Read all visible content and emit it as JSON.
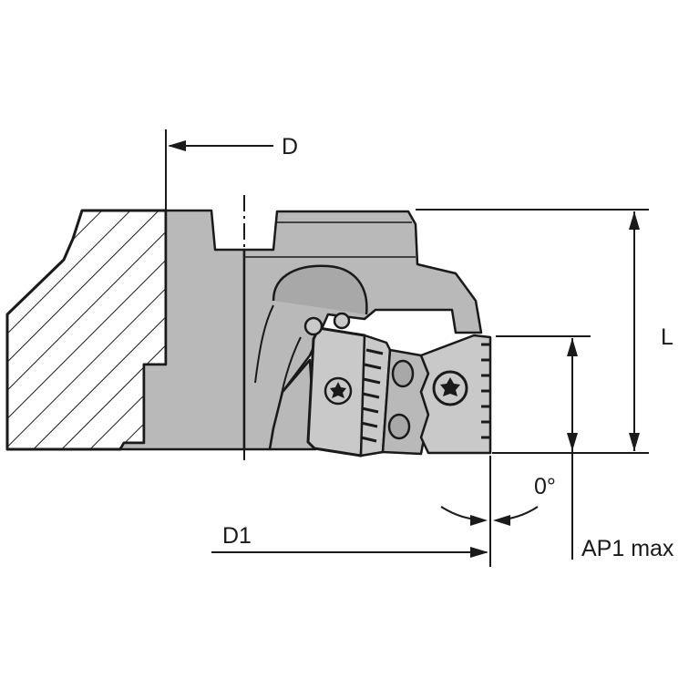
{
  "labels": {
    "d": "D",
    "d1": "D1",
    "l": "L",
    "angle": "0°",
    "ap1": "AP1 max"
  },
  "colors": {
    "body": "#b9b9b9",
    "insert": "#c9c9c9",
    "outline": "#1a1a1a",
    "background": "#ffffff"
  }
}
